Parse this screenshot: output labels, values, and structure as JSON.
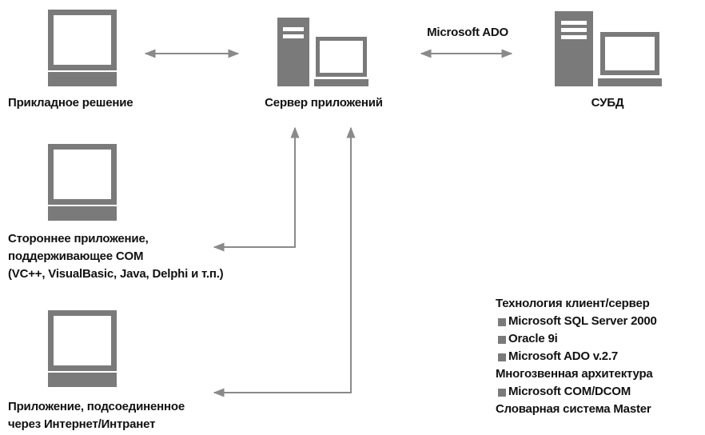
{
  "nodes": {
    "client_app": {
      "label": "Прикладное решение"
    },
    "app_server": {
      "label": "Сервер приложений"
    },
    "dbms": {
      "label": "СУБД"
    },
    "third_party": {
      "lines": [
        "Стороннее приложение,",
        "поддерживающее COM",
        "(VC++, VisualBasic, Java, Delphi и т.п.)"
      ]
    },
    "internet_app": {
      "lines": [
        "Приложение, подсоединенное",
        "через Интернет/Интранет"
      ]
    }
  },
  "connection_label": "Microsoft ADO",
  "legend": {
    "heading1": "Технология клиент/сервер",
    "items1": [
      "Microsoft SQL Server 2000",
      "Oracle 9i",
      "Microsoft ADO v.2.7"
    ],
    "heading2": "Многозвенная архитектура",
    "items2": [
      "Microsoft COM/DCOM"
    ],
    "heading3": "Словарная система Master"
  },
  "colors": {
    "icon_gray": "#7a7a7a",
    "arrow_gray": "#8a8a8a",
    "text": "#111111"
  }
}
